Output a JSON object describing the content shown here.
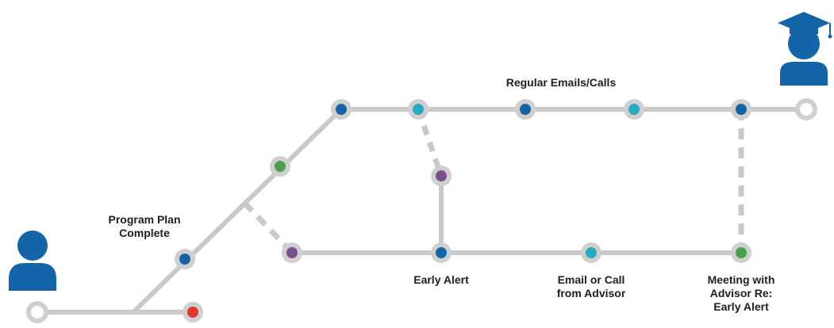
{
  "colors": {
    "track": "#c9c9c9",
    "ring": "#cfcfcf",
    "dark_blue": "#1464a6",
    "teal": "#2aa9c2",
    "green": "#47a04e",
    "purple": "#7a4f8e",
    "red": "#e0392b",
    "person": "#1364a8",
    "text": "#1e1e1e"
  },
  "icons": {
    "student": "person-icon",
    "graduate": "graduate-person-icon"
  },
  "labels": {
    "program_plan": [
      "Program Plan",
      "Complete"
    ],
    "regular_emails": [
      "Regular Emails/Calls"
    ],
    "early_alert": [
      "Early Alert"
    ],
    "email_or_call": [
      "Email or Call",
      "from Advisor"
    ],
    "meeting": [
      "Meeting with",
      "Advisor Re:",
      "Early Alert"
    ]
  }
}
